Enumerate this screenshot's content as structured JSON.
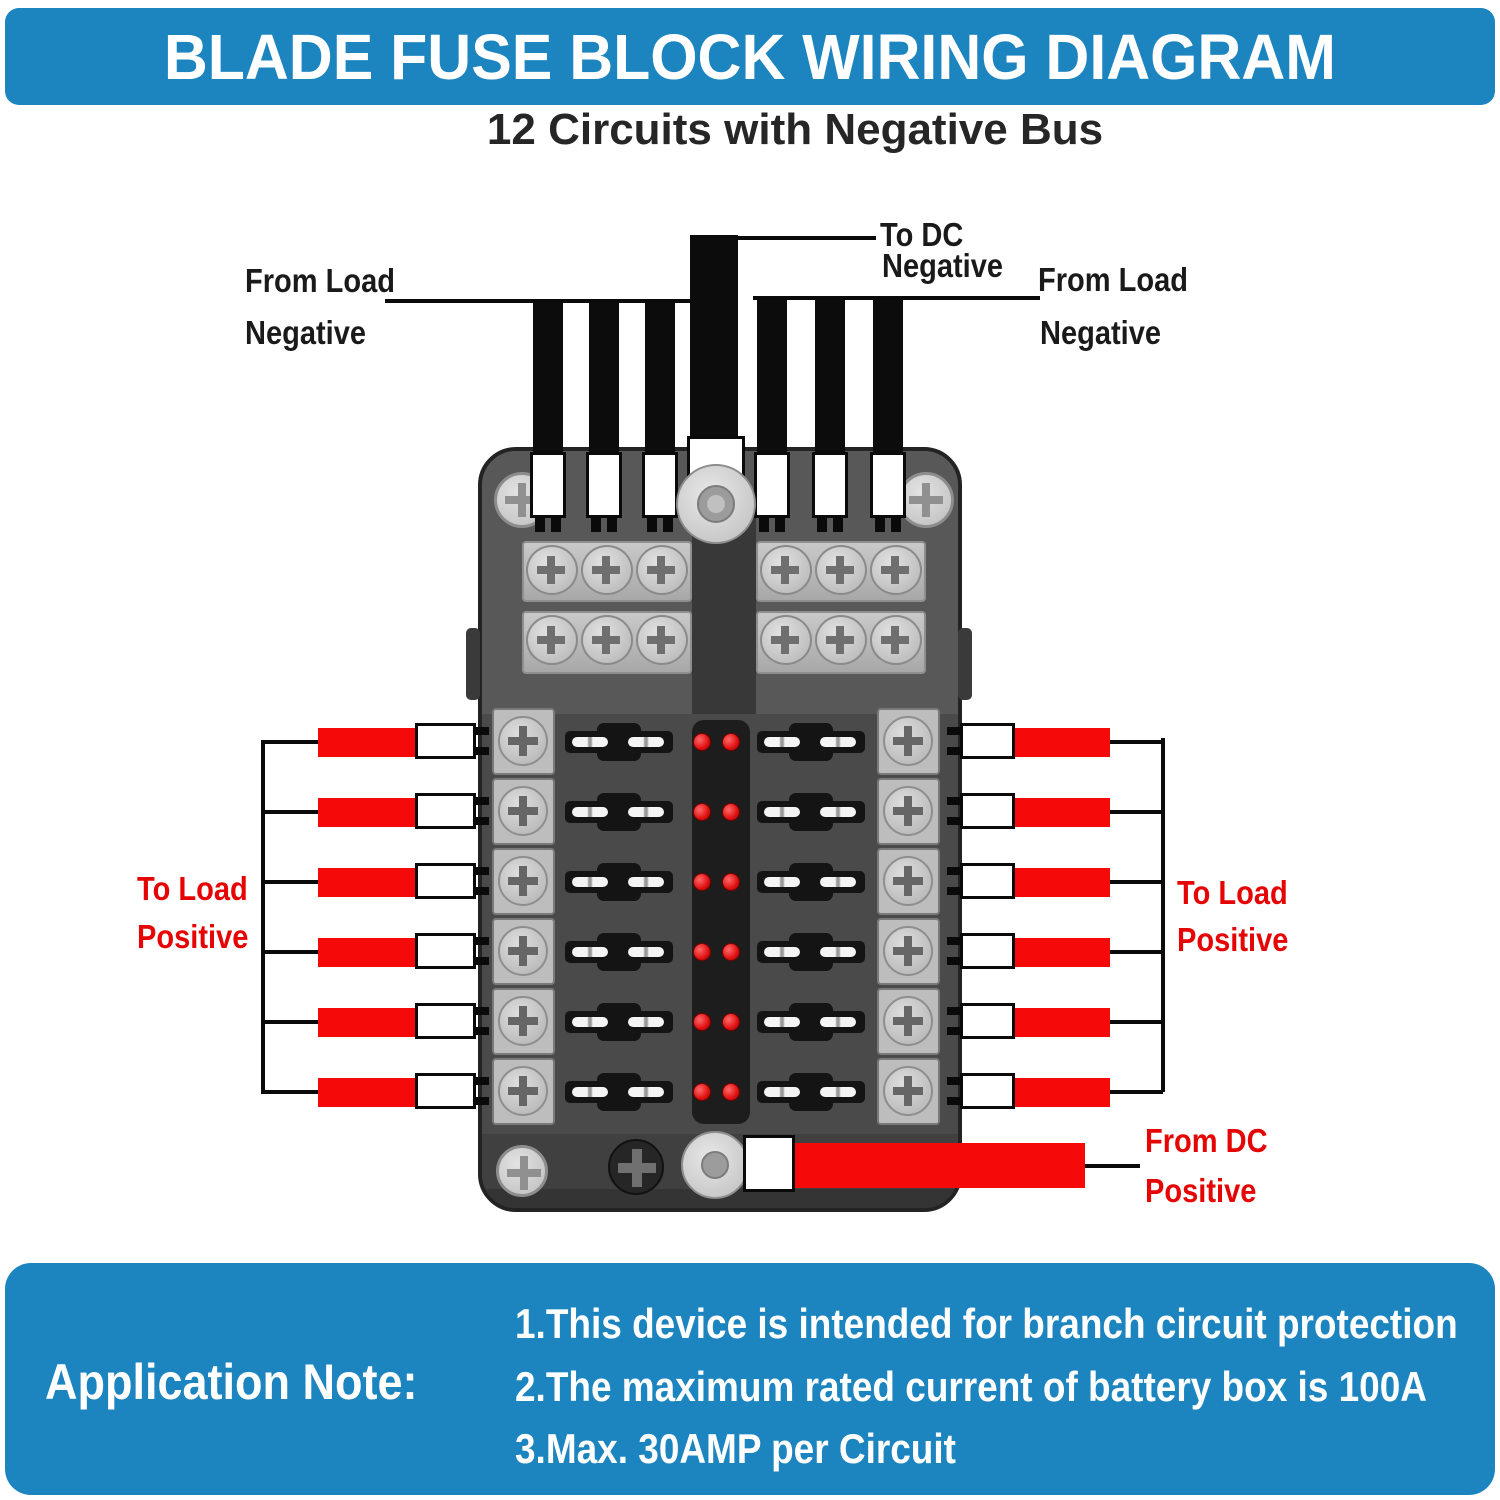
{
  "header": {
    "title": "BLADE FUSE BLOCK WIRING DIAGRAM",
    "subtitle": "12 Circuits with Negative Bus"
  },
  "labels": {
    "left_top_line1": "From Load",
    "left_top_line2": "Negative",
    "center_top_line1": "To DC",
    "center_top_line2": "Negative",
    "right_top_line1": "From Load",
    "right_top_line2": "Negative",
    "left_side_line1": "To Load",
    "left_side_line2": "Positive",
    "right_side_line1": "To Load",
    "right_side_line2": "Positive",
    "bottom_line1": "From DC",
    "bottom_line2": "Positive"
  },
  "footer": {
    "heading": "Application Note:",
    "notes": [
      "1.This device is intended for branch circuit protection",
      "2.The maximum rated current of battery box is 100A",
      "3.Max. 30AMP per Circuit"
    ]
  },
  "colors": {
    "banner_blue": "#1c85c0",
    "wire_red": "#f60909",
    "label_red": "#e60505",
    "wire_black": "#0c0c0c",
    "led_red": "#e11414",
    "block_gray": "#4a4a4a"
  },
  "device": {
    "circuits": 12,
    "rows_per_side": 6,
    "leds_per_row": 2
  }
}
